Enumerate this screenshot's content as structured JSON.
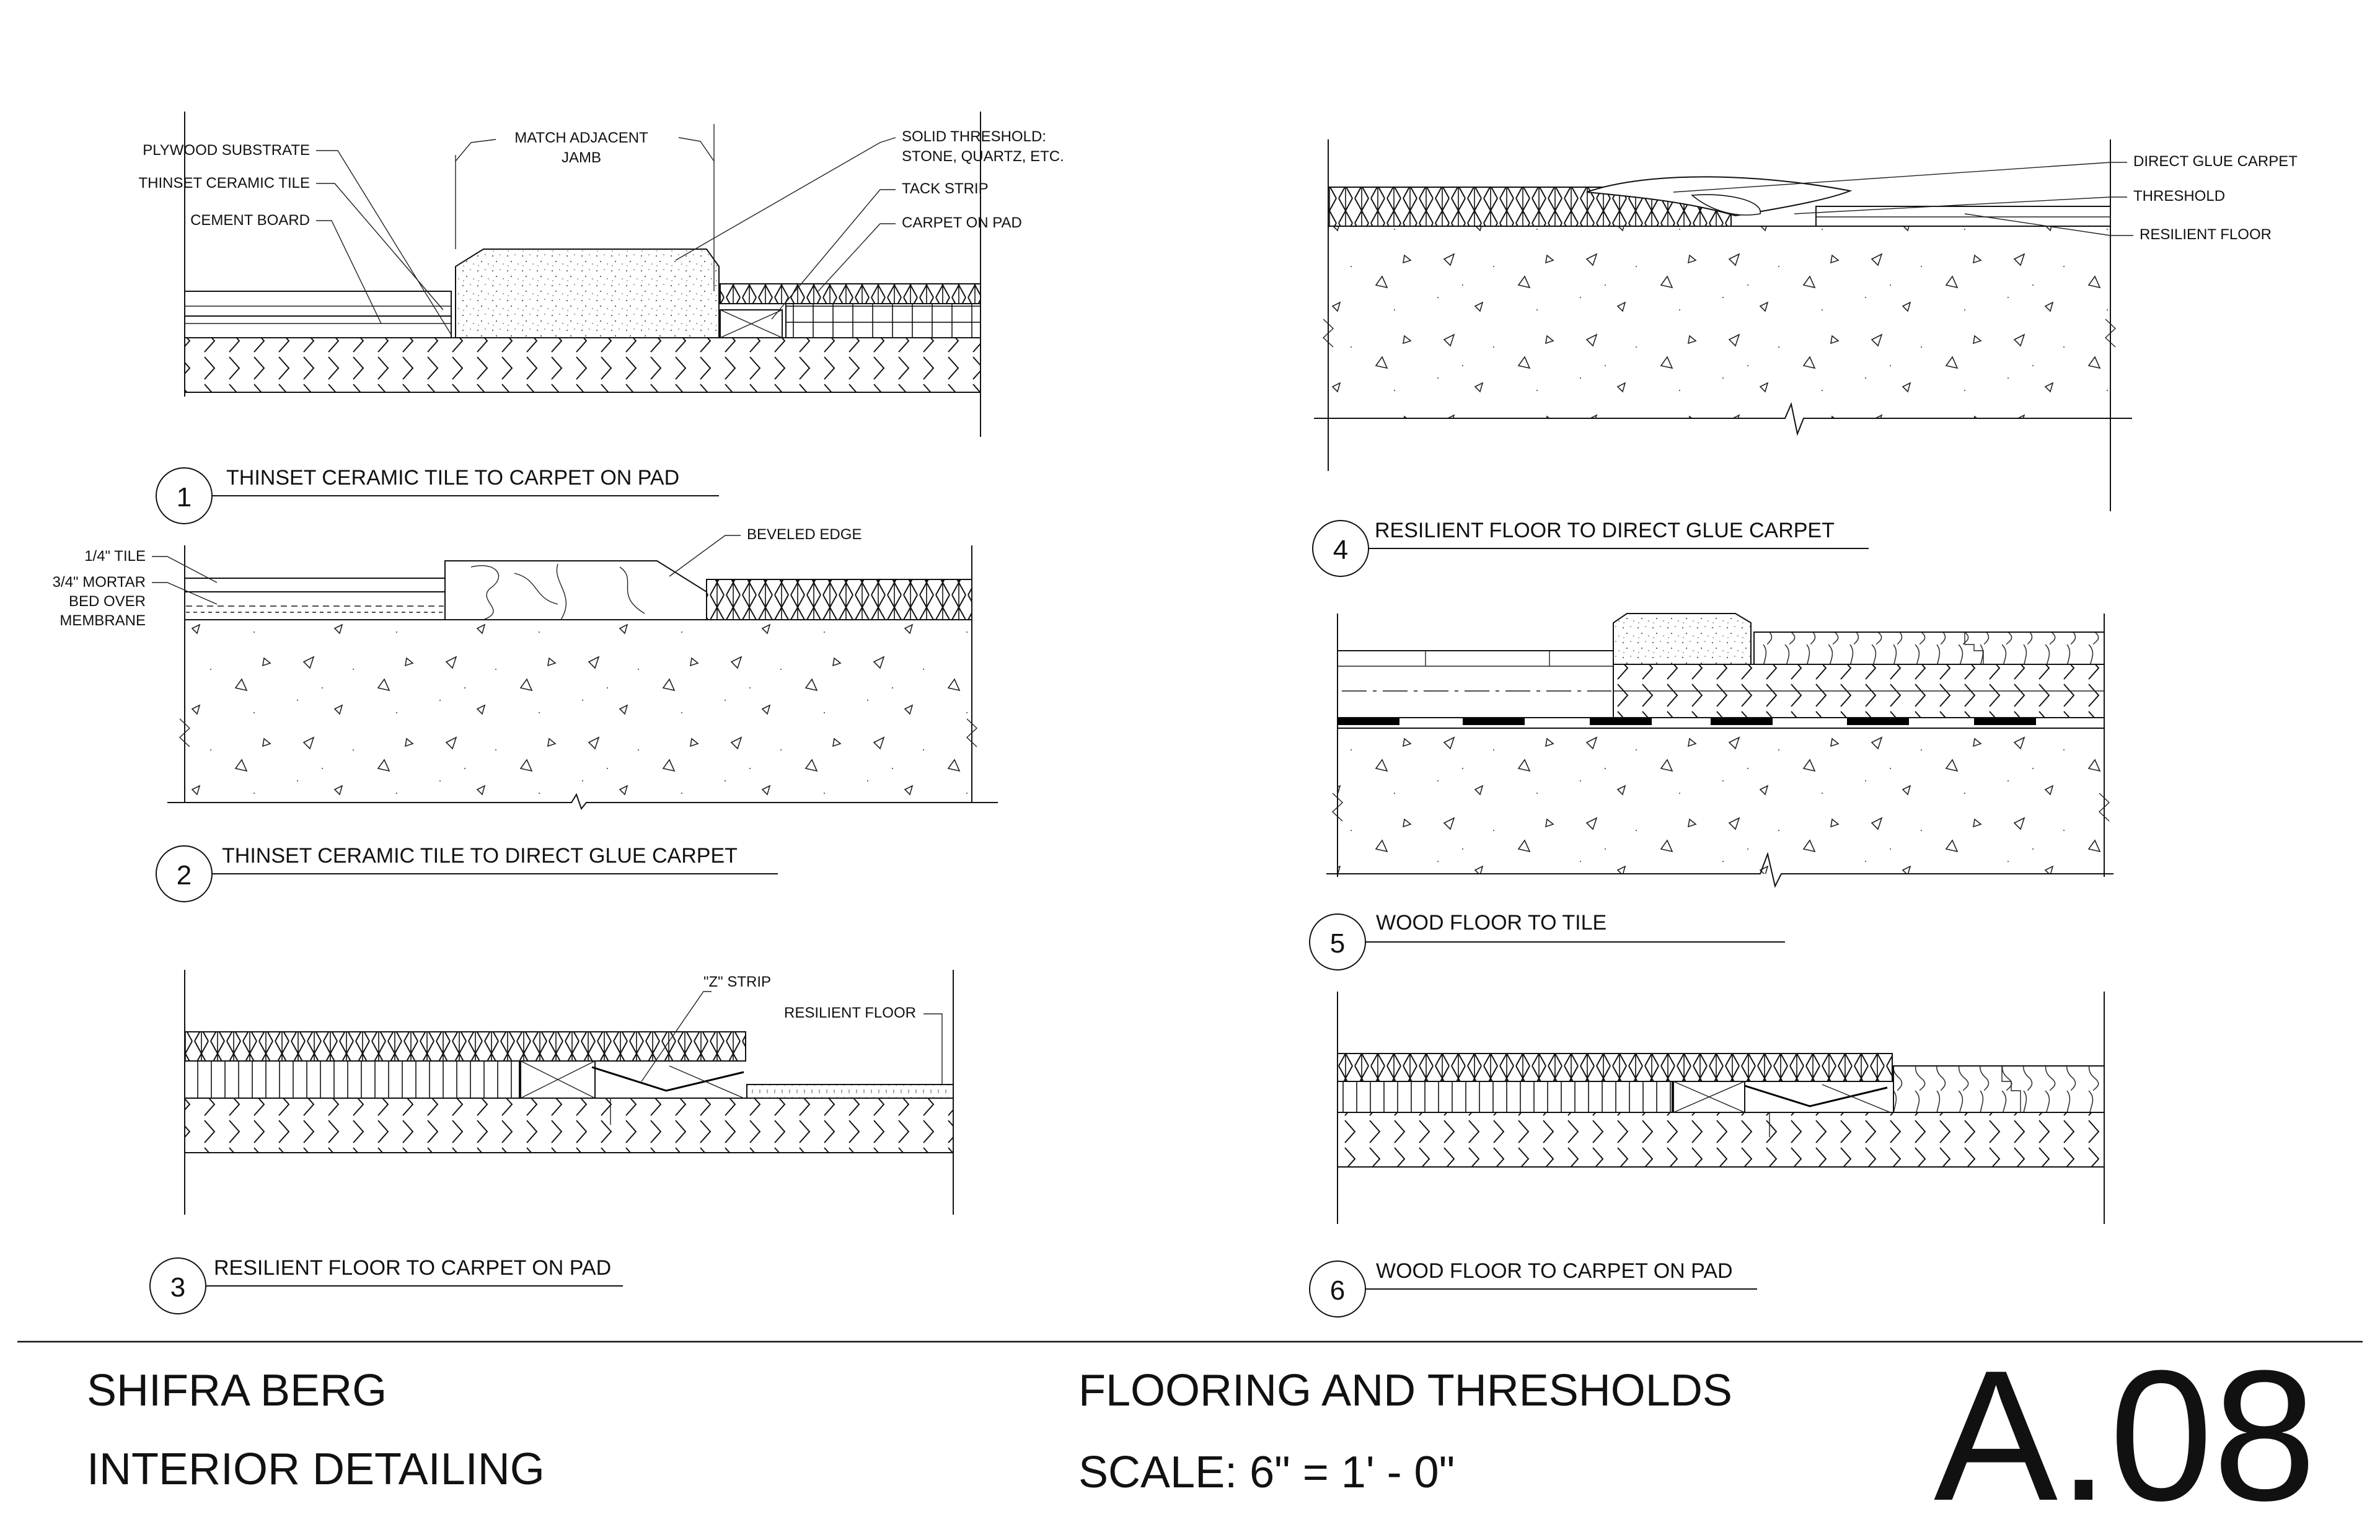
{
  "details": [
    {
      "number": "1",
      "title": "THINSET CERAMIC TILE TO CARPET ON PAD",
      "labels": {
        "plywood": "PLYWOOD SUBSTRATE",
        "thinset": "THINSET CERAMIC TILE",
        "cement": "CEMENT BOARD",
        "match_1": "MATCH ADJACENT",
        "match_2": "JAMB",
        "solid_1": "SOLID THRESHOLD:",
        "solid_2": "STONE, QUARTZ, ETC.",
        "tack": "TACK STRIP",
        "carpet": "CARPET ON PAD"
      }
    },
    {
      "number": "2",
      "title": "THINSET CERAMIC TILE TO DIRECT GLUE CARPET",
      "labels": {
        "tile": "1/4\" TILE",
        "mortar_1": "3/4\" MORTAR",
        "mortar_2": "BED OVER",
        "mortar_3": "MEMBRANE",
        "beveled": "BEVELED EDGE"
      }
    },
    {
      "number": "3",
      "title": "RESILIENT FLOOR TO CARPET ON PAD",
      "labels": {
        "zstrip": "\"Z\" STRIP",
        "resilient": "RESILIENT FLOOR"
      }
    },
    {
      "number": "4",
      "title": "RESILIENT FLOOR TO DIRECT GLUE CARPET",
      "labels": {
        "dgc": "DIRECT GLUE CARPET",
        "threshold": "THRESHOLD",
        "resilient": "RESILIENT FLOOR"
      }
    },
    {
      "number": "5",
      "title": "WOOD FLOOR TO TILE",
      "labels": {}
    },
    {
      "number": "6",
      "title": "WOOD FLOOR TO CARPET ON PAD",
      "labels": {}
    }
  ],
  "title_block": {
    "author": "SHIFRA BERG",
    "course": "INTERIOR DETAILING",
    "sheet_title": "FLOORING AND THRESHOLDS",
    "scale": "SCALE: 6\" = 1' - 0\"",
    "sheet_number": "A.08"
  }
}
